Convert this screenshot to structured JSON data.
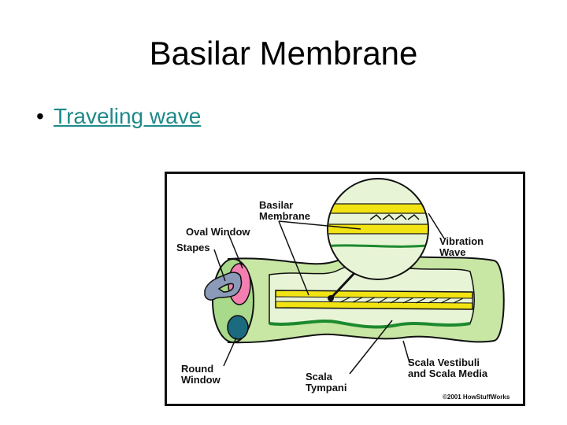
{
  "slide": {
    "title": "Basilar Membrane",
    "bullets": [
      {
        "text": "Traveling wave",
        "link": true
      }
    ]
  },
  "diagram": {
    "labels": {
      "basilar_membrane_line1": "Basilar",
      "basilar_membrane_line2": "Membrane",
      "oval_window": "Oval Window",
      "stapes": "Stapes",
      "vibration_wave_line1": "Vibration",
      "vibration_wave_line2": "Wave",
      "round_window_line1": "Round",
      "round_window_line2": "Window",
      "scala_tympani_line1": "Scala",
      "scala_tympani_line2": "Tympani",
      "scala_vestibuli_line1": "Scala Vestibuli",
      "scala_vestibuli_line2": "and Scala Media"
    },
    "copyright": "©2001 HowStuffWorks",
    "colors": {
      "tube_fill": "#c8e6a4",
      "membrane_yellow": "#f2e313",
      "green_layer": "#1c8a2e",
      "oval_window_pink": "#f27fb0",
      "round_window_teal": "#1c6a80",
      "stapes_gray": "#8a9ab8"
    }
  }
}
